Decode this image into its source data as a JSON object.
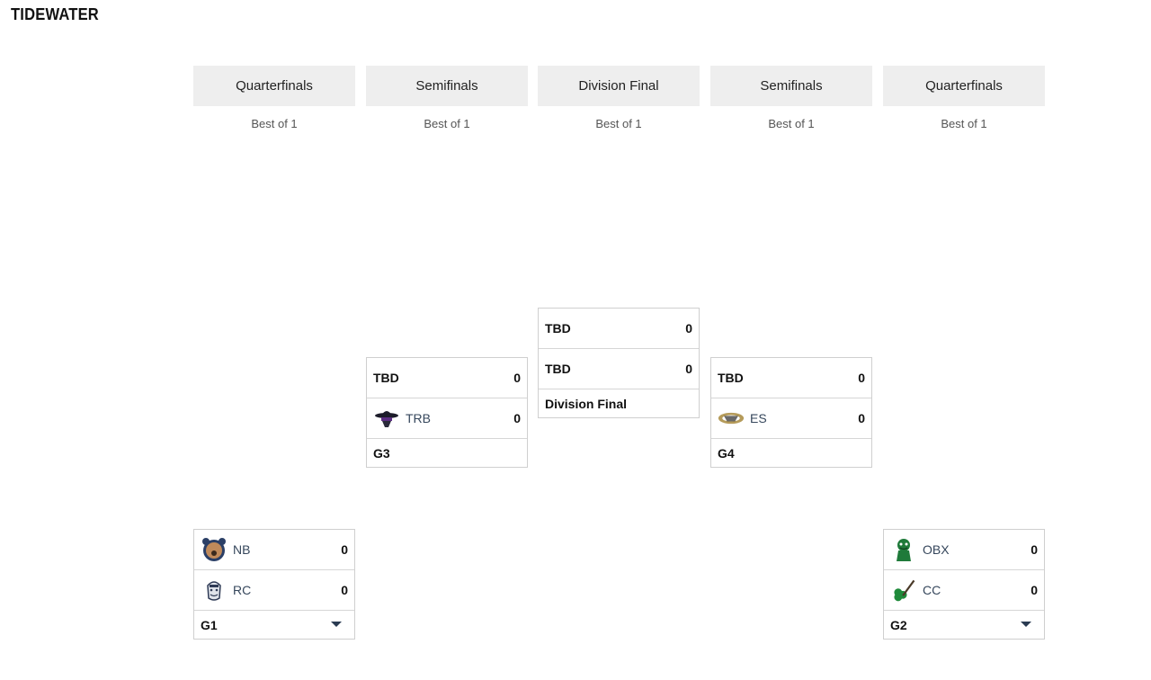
{
  "page": {
    "title": "TIDEWATER"
  },
  "rounds": [
    {
      "name": "Quarterfinals",
      "sub": "Best of 1"
    },
    {
      "name": "Semifinals",
      "sub": "Best of 1"
    },
    {
      "name": "Division Final",
      "sub": "Best of 1"
    },
    {
      "name": "Semifinals",
      "sub": "Best of 1"
    },
    {
      "name": "Quarterfinals",
      "sub": "Best of 1"
    }
  ],
  "matchups": {
    "g1": {
      "label": "G1",
      "teams": [
        {
          "abbr": "NB",
          "score": "0",
          "icon": "bear-logo-icon"
        },
        {
          "abbr": "RC",
          "score": "0",
          "icon": "mascot-logo-icon"
        }
      ]
    },
    "g2": {
      "label": "G2",
      "teams": [
        {
          "abbr": "OBX",
          "score": "0",
          "icon": "green-mascot-logo-icon"
        },
        {
          "abbr": "CC",
          "score": "0",
          "icon": "clover-bat-logo-icon"
        }
      ]
    },
    "g3": {
      "label": "G3",
      "teams": [
        {
          "abbr": "TBD",
          "score": "0"
        },
        {
          "abbr": "TRB",
          "score": "0",
          "icon": "bandit-logo-icon"
        }
      ]
    },
    "g4": {
      "label": "G4",
      "teams": [
        {
          "abbr": "TBD",
          "score": "0"
        },
        {
          "abbr": "ES",
          "score": "0",
          "icon": "winged-logo-icon"
        }
      ]
    },
    "final": {
      "label": "Division Final",
      "teams": [
        {
          "abbr": "TBD",
          "score": "0"
        },
        {
          "abbr": "TBD",
          "score": "0"
        }
      ]
    }
  },
  "colors": {
    "header_bg": "#eeeeee",
    "border": "#cfcfcf",
    "team_link": "#36475c",
    "chevron": "#2a3b52"
  }
}
